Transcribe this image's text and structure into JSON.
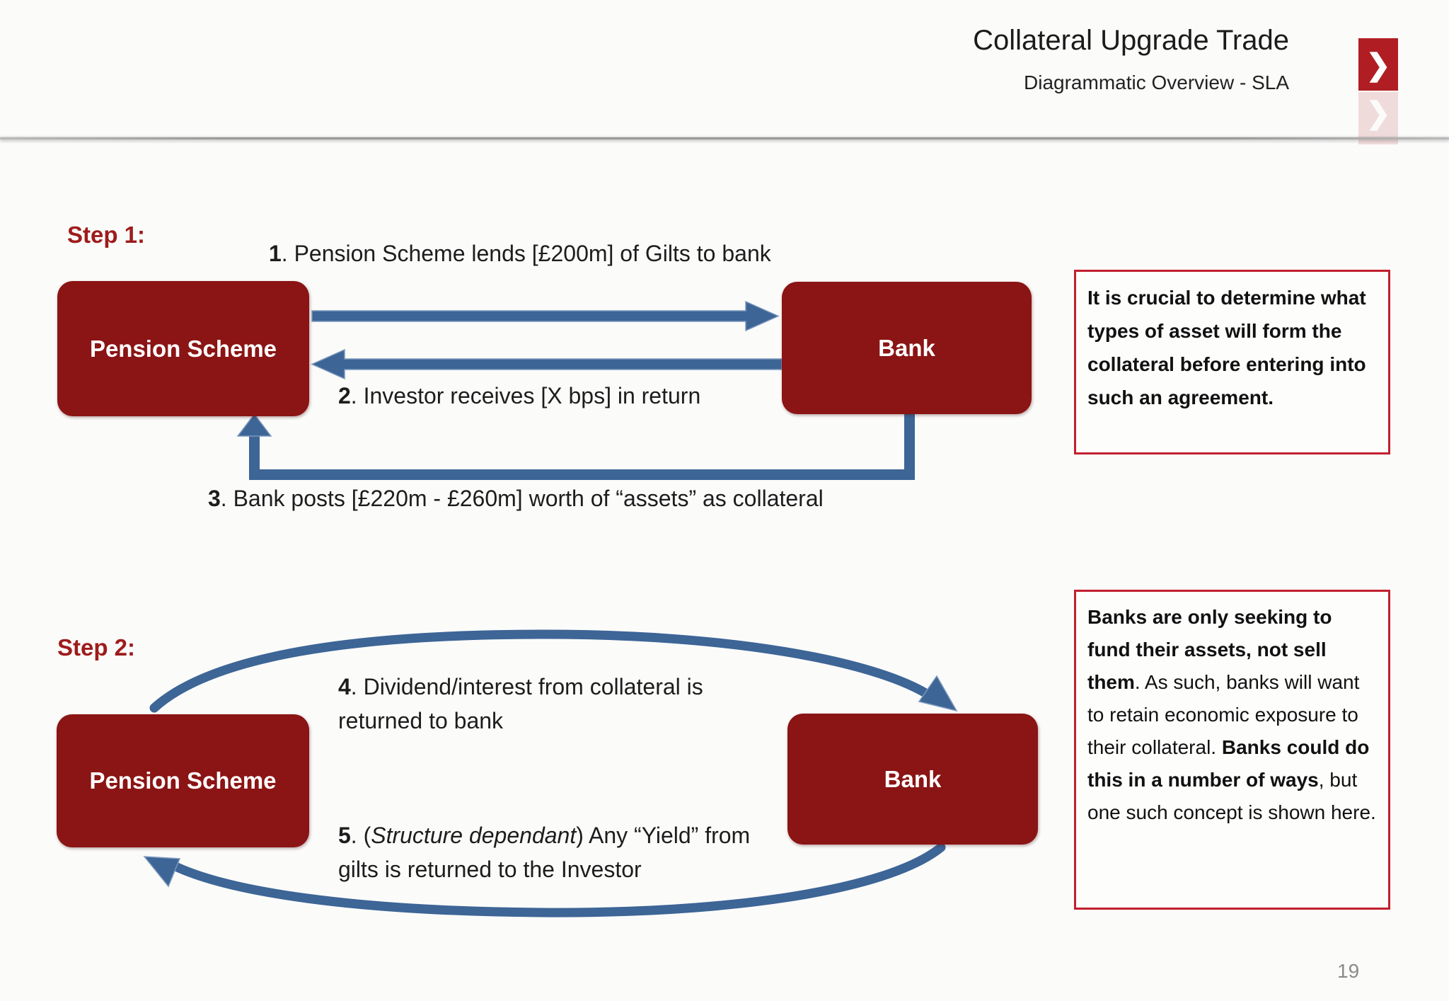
{
  "header": {
    "title": "Collateral Upgrade Trade",
    "subtitle": "Diagrammatic Overview - SLA",
    "logo_chevron": "❯"
  },
  "step1": {
    "label": "Step 1:",
    "pension_box_label": "Pension Scheme",
    "bank_box_label": "Bank",
    "flow1": {
      "num": "1",
      "text": ". Pension Scheme lends [£200m] of Gilts to bank"
    },
    "flow2": {
      "num": "2",
      "text": ". Investor receives [X bps] in return"
    },
    "flow3": {
      "num": "3",
      "text": ". Bank posts [£220m - £260m] worth of “assets” as collateral"
    },
    "callout": "It is crucial to determine what types of asset will form the collateral before entering into such an agreement."
  },
  "step2": {
    "label": "Step 2:",
    "pension_box_label": "Pension Scheme",
    "bank_box_label": "Bank",
    "flow4": {
      "num": "4",
      "text": ". Dividend/interest from collateral is returned to bank"
    },
    "flow5": {
      "num": "5",
      "pre": ". (",
      "italic": "Structure dependant",
      "post": ") Any “Yield” from gilts is returned to the Investor"
    },
    "callout": {
      "bold1": "Banks are only seeking to fund their assets, not sell them",
      "mid": ". As such, banks will want to retain economic exposure to their collateral. ",
      "bold2": "Banks could do this in a number of ways",
      "end": ", but one such concept is shown here."
    }
  },
  "footer": {
    "page_number": "19"
  },
  "colors": {
    "box_red": "#8b1414",
    "arrow_blue": "#3d6596",
    "step_label_red": "#9e1b1b",
    "callout_border_red": "#c2202e",
    "logo_red": "#b01e24"
  }
}
